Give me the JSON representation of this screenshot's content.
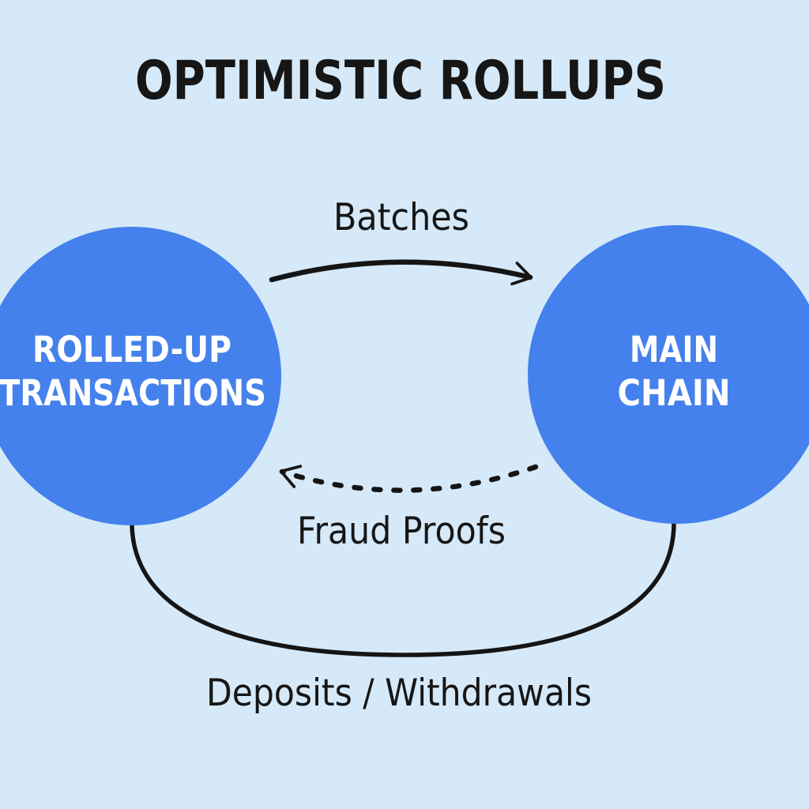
{
  "title": "OPTIMISTIC ROLLUPS",
  "colors": {
    "background": "#d6e9f8",
    "node_fill": "#4481ec",
    "node_text": "#ffffff",
    "line": "#151515",
    "text": "#161616"
  },
  "nodes": {
    "left": {
      "lines": [
        "ROLLED-UP",
        "TRANSACTIONS"
      ]
    },
    "right": {
      "lines": [
        "MAIN",
        "CHAIN"
      ]
    }
  },
  "edges": {
    "batches": {
      "label": "Batches",
      "style": "solid-arrow",
      "from": "rolled-up-transactions",
      "to": "main-chain"
    },
    "fraud_proofs": {
      "label": "Fraud Proofs",
      "style": "dashed-arrow",
      "from": "main-chain",
      "to": "rolled-up-transactions"
    },
    "deposits_withdrawals": {
      "label": "Deposits / Withdrawals",
      "style": "solid-curve",
      "from": "rolled-up-transactions",
      "to": "main-chain"
    }
  }
}
